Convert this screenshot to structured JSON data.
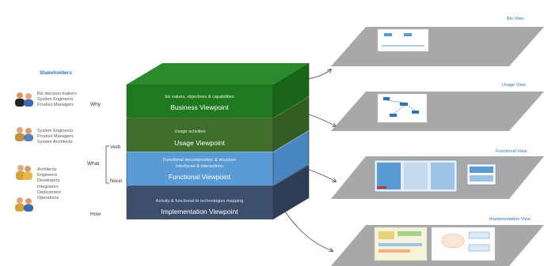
{
  "stakeholders": {
    "title": "Stakeholders",
    "groups": [
      {
        "lines": [
          "Biz decision makers",
          "System Engineers",
          "Product Managers"
        ]
      },
      {
        "lines": [
          "System Engineers",
          "Product Managers",
          "System Architects"
        ]
      },
      {
        "lines": [
          "Architects",
          "Engineers",
          "Developers",
          "Integrators",
          "Deployment",
          "Operations"
        ]
      }
    ]
  },
  "questions": {
    "why": "Why",
    "what": "What",
    "verb": "Verb",
    "noun": "Noun",
    "how": "How"
  },
  "layers": {
    "business": {
      "desc": "biz values, objectives & capabilities",
      "name": "Business Viewpoint",
      "color": "#1f7a1f"
    },
    "usage": {
      "desc": "Usage activities",
      "name": "Usage Viewpoint",
      "color": "#3f6e2c"
    },
    "functional": {
      "desc1": "Functional decomposition & structure",
      "desc2": "Interfaces & interactions",
      "name": "Functional Viewpoint",
      "color": "#5b9bd5"
    },
    "implementation": {
      "desc": "Activity & functional to technologies mapping",
      "name": "Implementation Viewpoint",
      "color": "#3d4f6b"
    }
  },
  "views": {
    "biz": "Biz View",
    "usage": "Usage View",
    "functional": "Functional View",
    "implementation": "Implementation View"
  }
}
